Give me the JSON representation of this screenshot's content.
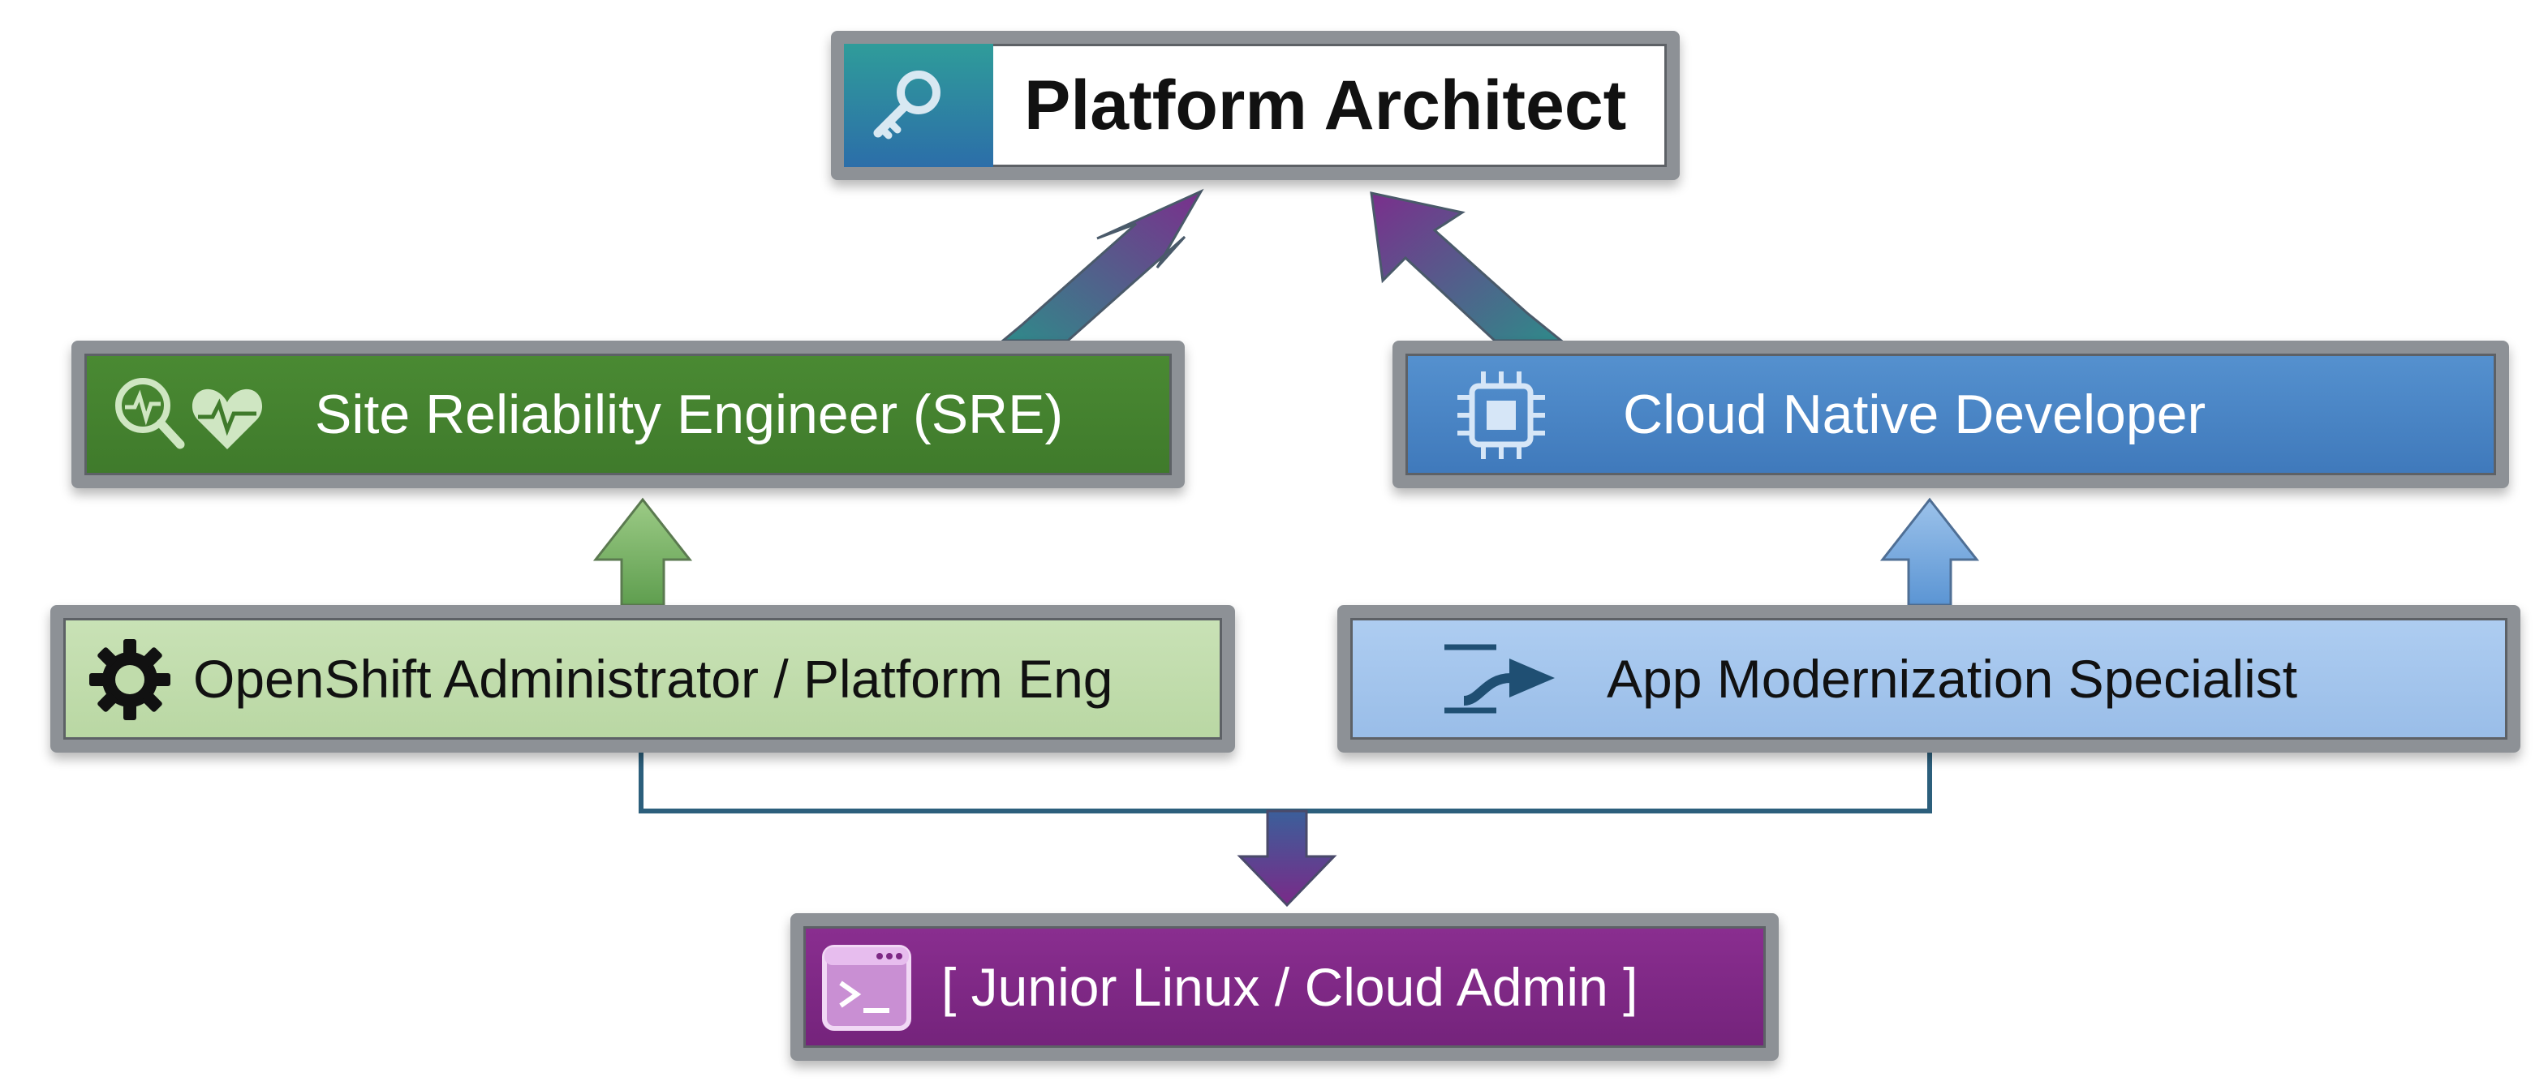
{
  "diagram": {
    "nodes": {
      "architect": {
        "label": "Platform Architect",
        "icon": "key-icon"
      },
      "sre": {
        "label": "Site Reliability Engineer (SRE)",
        "icon": "monitoring-heartbeat-icon"
      },
      "cloud_native": {
        "label": "Cloud Native Developer",
        "icon": "chip-icon"
      },
      "openshift": {
        "label": "OpenShift Administrator / Platform Eng",
        "icon": "gear-icon"
      },
      "app_modernization": {
        "label": "App Modernization Specialist",
        "icon": "migrate-arrow-icon"
      },
      "junior": {
        "label": "[ Junior Linux / Cloud Admin ]",
        "icon": "terminal-icon"
      }
    },
    "edges": [
      {
        "from": "sre",
        "to": "architect"
      },
      {
        "from": "cloud_native",
        "to": "architect"
      },
      {
        "from": "openshift",
        "to": "sre"
      },
      {
        "from": "app_modernization",
        "to": "cloud_native"
      },
      {
        "from": "openshift",
        "to": "junior"
      },
      {
        "from": "app_modernization",
        "to": "junior"
      }
    ],
    "colors": {
      "architect_accent": "#2f8fa3",
      "sre": "#3f7a2b",
      "cloud_native": "#4584c4",
      "openshift": "#c0dcab",
      "app_modernization": "#a3c5ec",
      "junior": "#7d2884",
      "arrow_purple": "#6e2f8a",
      "arrow_teal": "#2f7f8c",
      "connector": "#2c5f7c"
    }
  }
}
